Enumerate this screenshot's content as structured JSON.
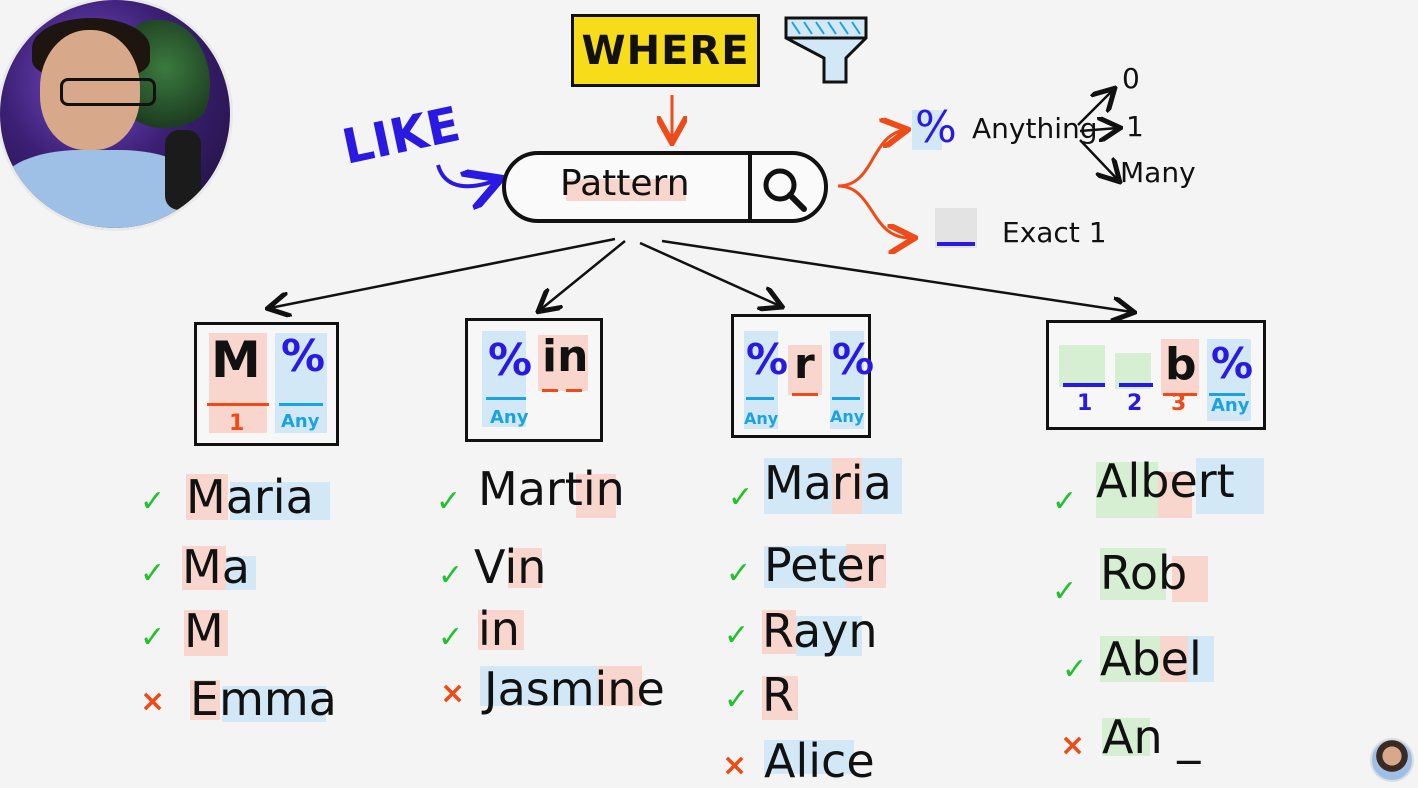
{
  "header": {
    "where": "WHERE",
    "like": "LIKE"
  },
  "search": {
    "pattern": "Pattern"
  },
  "wildcards": {
    "percent": {
      "symbol": "%",
      "label": "Anything",
      "options": [
        "0",
        "1",
        "Many"
      ]
    },
    "underscore": {
      "label": "Exact 1"
    }
  },
  "patterns": [
    {
      "chars": [
        "M",
        "%"
      ],
      "labels": [
        "1",
        "Any"
      ],
      "names": [
        {
          "mark": "✓",
          "text": "Maria"
        },
        {
          "mark": "✓",
          "text": "Ma"
        },
        {
          "mark": "✓",
          "text": "M"
        },
        {
          "mark": "×",
          "text": "Emma"
        }
      ]
    },
    {
      "chars": [
        "%",
        "in"
      ],
      "labels": [
        "Any"
      ],
      "names": [
        {
          "mark": "✓",
          "text": "Martin"
        },
        {
          "mark": "✓",
          "text": "Vin"
        },
        {
          "mark": "✓",
          "text": "in"
        },
        {
          "mark": "×",
          "text": "Jasmine"
        }
      ]
    },
    {
      "chars": [
        "%",
        "r",
        "%"
      ],
      "labels": [
        "Any",
        "Any"
      ],
      "names": [
        {
          "mark": "✓",
          "text": "Maria"
        },
        {
          "mark": "✓",
          "text": "Peter"
        },
        {
          "mark": "✓",
          "text": "Rayn"
        },
        {
          "mark": "✓",
          "text": "R"
        },
        {
          "mark": "×",
          "text": "Alice"
        }
      ]
    },
    {
      "chars": [
        "_",
        "_",
        "b",
        "%"
      ],
      "labels": [
        "1",
        "2",
        "3",
        "Any"
      ],
      "names": [
        {
          "mark": "✓",
          "text": "Albert"
        },
        {
          "mark": "✓",
          "text": "Rob"
        },
        {
          "mark": "✓",
          "text": "Abel"
        },
        {
          "mark": "×",
          "text": "An _"
        }
      ]
    }
  ],
  "colors": {
    "yellow": "#f7dc1a",
    "red": "#ef4b18",
    "blue": "#2a19e0",
    "cyan": "#1aa3e0",
    "green": "#1fc22b"
  },
  "icons": [
    "funnel-icon",
    "search-icon",
    "webcam-presenter",
    "channel-avatar"
  ]
}
